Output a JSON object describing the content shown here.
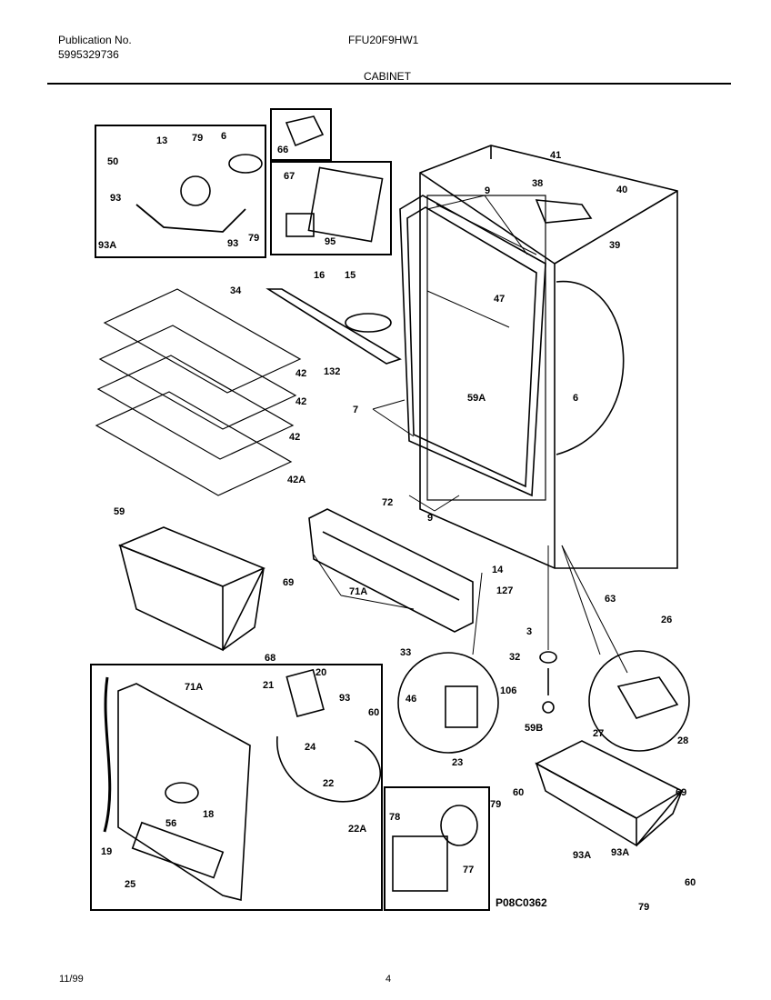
{
  "header": {
    "publication_label": "Publication No.",
    "publication_number": "5995329736",
    "model": "FFU20F9HW1",
    "section": "CABINET"
  },
  "drawing_code": "P08C0362",
  "footer": {
    "date": "11/99",
    "page": "4"
  },
  "callouts": [
    "13",
    "79",
    "6",
    "50",
    "93",
    "93A",
    "93",
    "79",
    "66",
    "67",
    "95",
    "41",
    "38",
    "40",
    "39",
    "9",
    "34",
    "16",
    "15",
    "42",
    "42",
    "42",
    "42A",
    "132",
    "7",
    "47",
    "59A",
    "6",
    "59",
    "69",
    "68",
    "72",
    "9",
    "14",
    "127",
    "63",
    "71A",
    "3",
    "32",
    "106",
    "26",
    "27",
    "28",
    "33",
    "46",
    "23",
    "71A",
    "21",
    "20",
    "93",
    "60",
    "24",
    "22",
    "18",
    "56",
    "19",
    "25",
    "22A",
    "78",
    "77",
    "59B",
    "69",
    "79",
    "60",
    "93A",
    "93A",
    "60",
    "79"
  ]
}
